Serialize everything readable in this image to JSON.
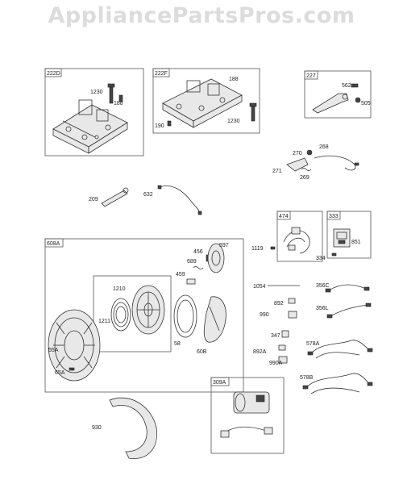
{
  "watermark": "AppliancePartsPros.com",
  "boxes": {
    "b222D": "222D",
    "b222F": "222F",
    "b227": "227",
    "b474": "474",
    "b333": "333",
    "b608A": "608A",
    "b309A": "309A"
  },
  "labels": {
    "l1230a": "1230",
    "l188a": "188",
    "l188b": "188",
    "l190": "190",
    "l1230b": "1230",
    "l562": "562",
    "l505": "505",
    "l270": "270",
    "l268": "268",
    "l271": "271",
    "l269": "269",
    "l209": "209",
    "l632": "632",
    "l1119": "1119",
    "l851": "851",
    "l334": "334",
    "l456": "456",
    "l597": "597",
    "l689": "689",
    "l459": "459",
    "l1210": "1210",
    "l1211": "1211",
    "l58": "58",
    "l60B": "60B",
    "l55A": "55A",
    "l65A": "65A",
    "l930": "930",
    "l1054": "1054",
    "l356C": "356C",
    "l892": "892",
    "l990": "990",
    "l356L": "356L",
    "l347": "347",
    "l892A": "892A",
    "l990A": "990A",
    "l578A": "578A",
    "l578B": "578B"
  }
}
